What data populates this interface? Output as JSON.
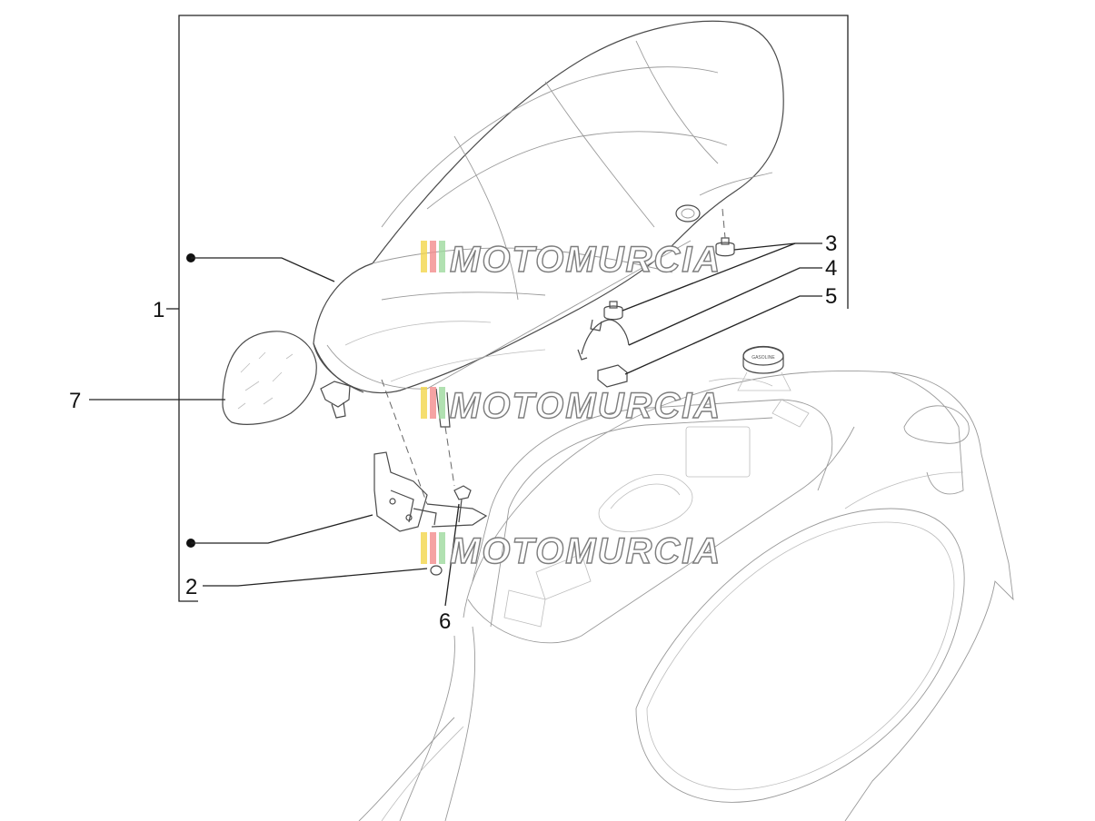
{
  "callouts": {
    "c1": "1",
    "c2": "2",
    "c3": "3",
    "c4": "4",
    "c5": "5",
    "c6": "6",
    "c7": "7"
  },
  "watermark": {
    "text": "MOTOMURCIA",
    "colors": [
      "#f2d64b",
      "#f28c8c",
      "#9ed99e"
    ]
  },
  "fuel_cap_label": "GASOLINE"
}
